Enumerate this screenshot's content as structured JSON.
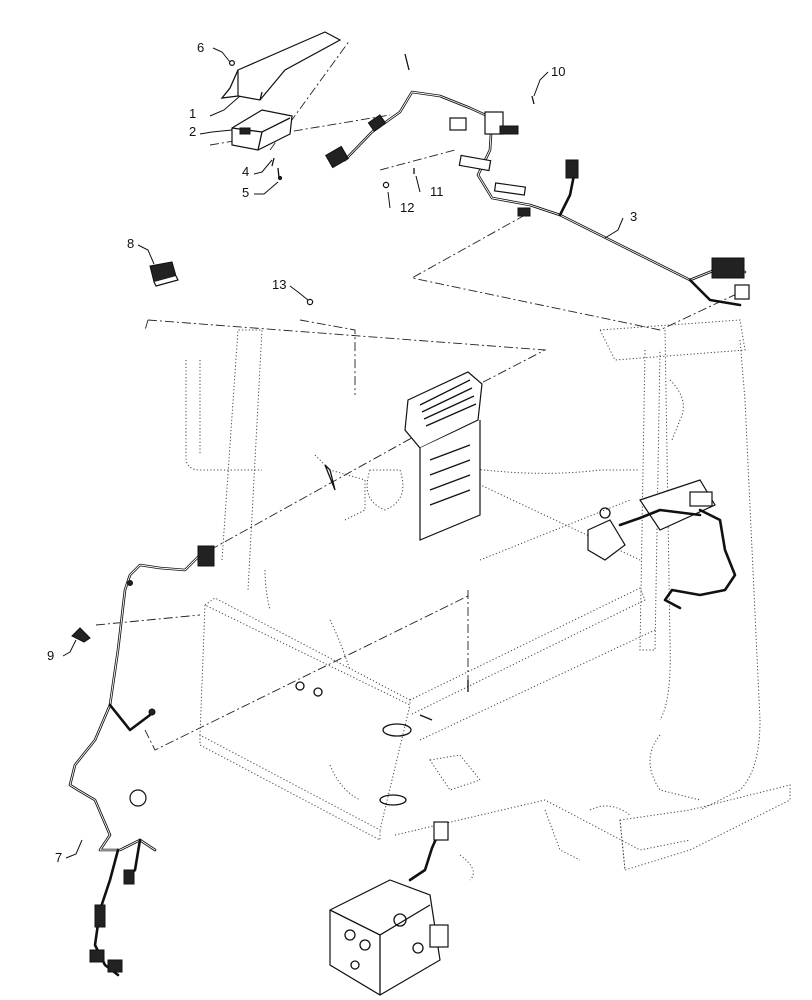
{
  "callouts": [
    {
      "key": "c1",
      "text": "1"
    },
    {
      "key": "c2",
      "text": "2"
    },
    {
      "key": "c3",
      "text": "3"
    },
    {
      "key": "c4",
      "text": "4"
    },
    {
      "key": "c5",
      "text": "5"
    },
    {
      "key": "c6",
      "text": "6"
    },
    {
      "key": "c7",
      "text": "7"
    },
    {
      "key": "c8",
      "text": "8"
    },
    {
      "key": "c9",
      "text": "9"
    },
    {
      "key": "c10",
      "text": "10"
    },
    {
      "key": "c11",
      "text": "11"
    },
    {
      "key": "c12",
      "text": "12"
    },
    {
      "key": "c13",
      "text": "13"
    }
  ]
}
